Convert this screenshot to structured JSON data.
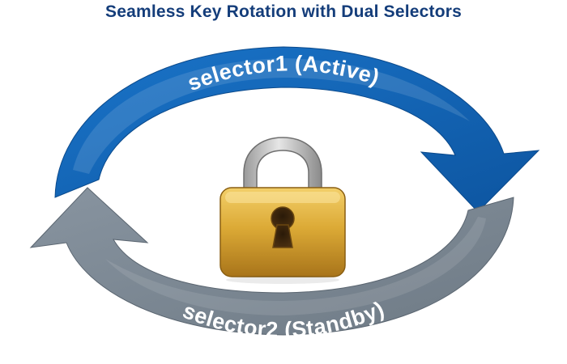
{
  "title": "Seamless Key Rotation with Dual Selectors",
  "cycle": {
    "active": {
      "label": "selector1 (Active)",
      "color": "#1366b8",
      "color_dark": "#0d4f95"
    },
    "standby": {
      "label": "selector2 (Standby)",
      "color": "#7d8a96",
      "color_dark": "#5f6b76"
    }
  },
  "center_icon": {
    "name": "padlock-icon",
    "body_color": "#d9a733",
    "shackle_color": "#c8c8c8"
  }
}
